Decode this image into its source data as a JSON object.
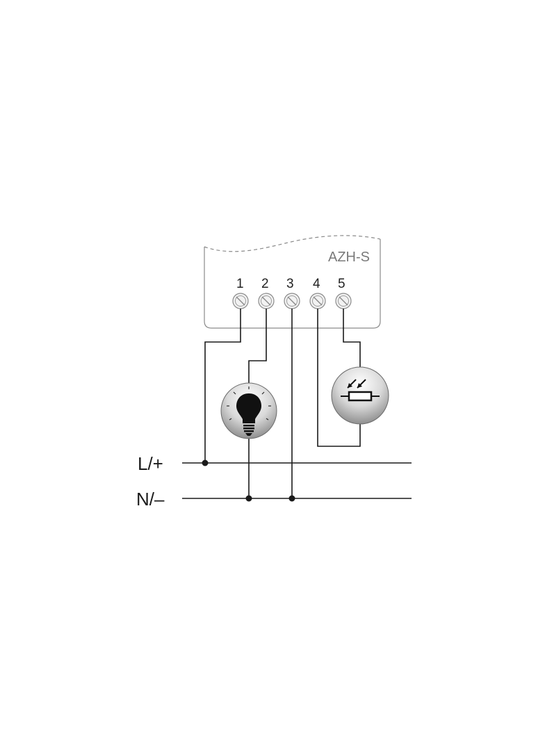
{
  "device": {
    "model": "AZH-S",
    "terminals": [
      "1",
      "2",
      "3",
      "4",
      "5"
    ]
  },
  "lines": {
    "live": "L/+",
    "neutral": "N/–"
  },
  "components": {
    "lamp": "lamp-icon",
    "sensor": "light-sensor-icon"
  },
  "colors": {
    "wire": "#1a1a1a",
    "housing": "#8a8a8a",
    "label": "#7a7a7a"
  }
}
